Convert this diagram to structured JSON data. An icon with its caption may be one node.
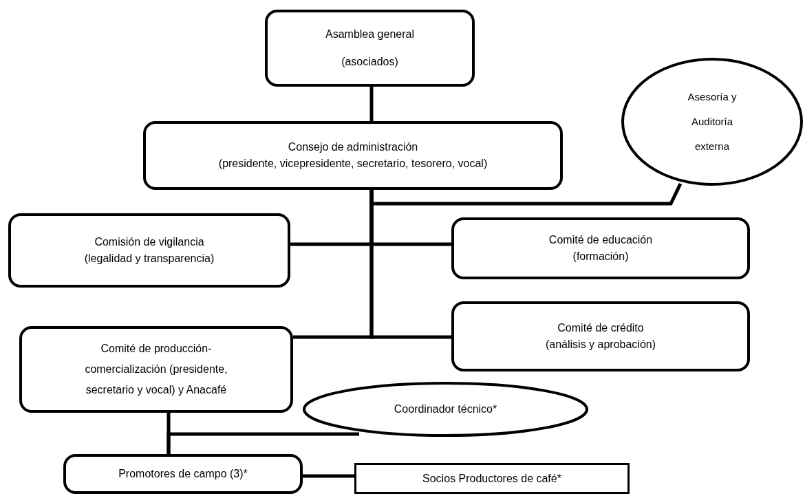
{
  "diagram": {
    "nodes": [
      {
        "text": [
          "Asamblea general",
          "(asociados)"
        ]
      },
      {
        "text": [
          "Consejo de administración",
          "(presidente, vicepresidente, secretario, tesorero, vocal)"
        ]
      },
      {
        "text": [
          "Asesoría y Auditoría externa"
        ]
      },
      {
        "text": [
          "Comisión de vigilancia",
          "(legalidad y transparencia)"
        ]
      },
      {
        "text": [
          "Comité de educación",
          "(formación)"
        ]
      },
      {
        "text": [
          "Comité de crédito",
          "(análisis y aprobación)"
        ]
      },
      {
        "text": [
          "Comité de producción-comercialización (presidente, secretario y vocal) y Anacafé"
        ]
      },
      {
        "text": [
          "Coordinador técnico*"
        ]
      },
      {
        "text": [
          "Promotores de campo (3)*"
        ]
      },
      {
        "text": [
          "Socios Productores de café*"
        ]
      }
    ],
    "edges": [
      {
        "from": 0,
        "to": 1,
        "arrow": "none"
      },
      {
        "from": 1,
        "to": 3,
        "arrow": "none"
      },
      {
        "from": 1,
        "to": 4,
        "arrow": "none"
      },
      {
        "from": 1,
        "to": 5,
        "arrow": "none"
      },
      {
        "from": 1,
        "to": 6,
        "arrow": "none"
      },
      {
        "from": 1,
        "to": 2,
        "arrow": "none"
      },
      {
        "from": 6,
        "to": 8,
        "arrow": "none"
      },
      {
        "from": 7,
        "to": 8,
        "arrow": "none"
      },
      {
        "from": 8,
        "to": 9,
        "arrow": "none"
      }
    ]
  }
}
